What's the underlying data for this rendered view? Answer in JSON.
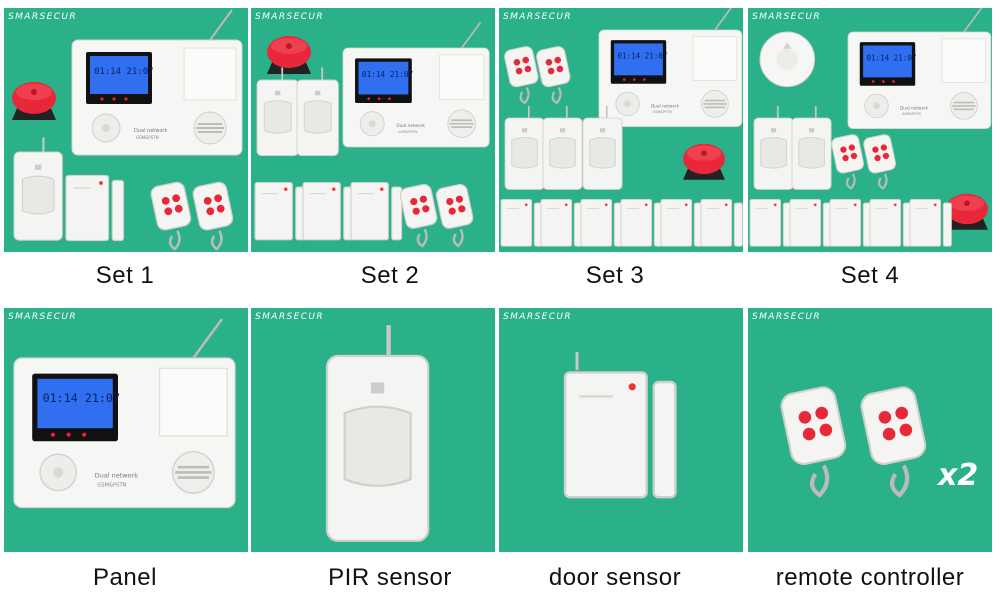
{
  "brand": "SMARSECUR",
  "panel_screen_time": "01:14 21:07",
  "panel_label_1": "Dual network",
  "panel_label_2": "GSM&PSTN",
  "top_row": [
    {
      "caption": "Set 1"
    },
    {
      "caption": "Set 2"
    },
    {
      "caption": "Set 3"
    },
    {
      "caption": "Set 4"
    }
  ],
  "bottom_row": [
    {
      "caption": "Panel"
    },
    {
      "caption": "PIR sensor"
    },
    {
      "caption": "door sensor"
    },
    {
      "caption": "remote controller"
    }
  ],
  "remote_count_badge": "x2",
  "colors": {
    "tile_bg": "#2ab189",
    "device_white": "#f4f4f2",
    "screen_blue": "#2f6ff0",
    "siren_red": "#e8283a"
  }
}
